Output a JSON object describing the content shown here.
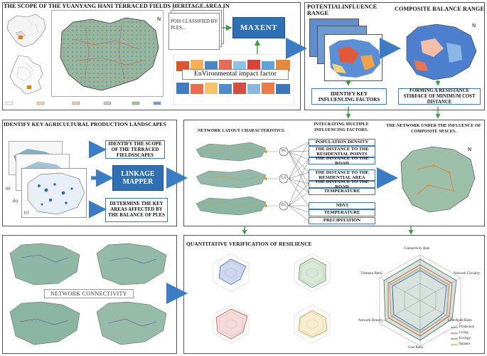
{
  "section1": {
    "title": "THE SCOPE OF THE YUANYANG HANI TERRACED FIELDS HERITAGE AREA IN",
    "pois_label": "POIS CLASSIFIED BY PLES...",
    "maxent_label": "MAXENT",
    "env_factor_label": "EnVironmental impact factor"
  },
  "section2": {
    "potential_title": "POTENTIALINFLUENCE RANGE",
    "composite_title": "COMPOSITE BALANCE RANGE",
    "identify_factors_label": "IDENTIFY KEY INFLUENCING FACTORS",
    "resistance_label": "FORMING A RESISTANCE STIRFACE OF MINIMUM COST DISTANCE"
  },
  "section3": {
    "title": "IDENTIFY KEY AGRICULTURAL PRODUCTION LANDSCAPES",
    "identify_scope_label": "IDENTIFY THE SCOPE OF THE TERRACED FIELDSSCAPES",
    "linkage_label": "LINKAGE MAPPER",
    "determine_label": "DETERMINE THE KEY AREAS AFFECTED BY THE BALANCE OF PLES",
    "subfig_a": "(a)",
    "subfig_b": "(b)",
    "subfig_c": "(c)"
  },
  "section4": {
    "network_layout_title": "NETWORK LAYOUT CHARACTERISTICS.",
    "integrating_title": "INTECRATING MULTIPLE INFLUENCING FACTORS.",
    "network_under_title": "THE NETWORK UNDER THE INFLUENCE OF COMPOSITE SPACES.",
    "node_ps": "PS",
    "node_ls": "LS",
    "node_es": "ES",
    "factors_group1": [
      "POPULATION DENSITY",
      "THE DISTANCE TO THE RESIDENTIAL POINTS",
      "THE DISTANCE TO THE ROAD"
    ],
    "factors_group2": [
      "THE DISTANCE TO THE RESIDENTIAL AREA",
      "THE DISTANCE TO THE ROAD",
      "TEMPERATURE"
    ],
    "factors_group3": [
      "NDVI",
      "TEMPERATURE",
      "PRECIPITATION"
    ]
  },
  "section5": {
    "network_connectivity_label": "NETWORK CONNECTIVITY"
  },
  "section6": {
    "title": "QUANTITATIVE VERIFICATION OF RESILIENCE",
    "radar_axes": [
      "Connectivity Rate",
      "Network Circuitry",
      "Line-Node Ratio",
      "Cost Ratio",
      "Network Density",
      "Distance Ratio"
    ],
    "legend": [
      "Production",
      "Living",
      "Ecology",
      "Balance"
    ]
  },
  "colors": {
    "accent_blue": "#2f6fb3",
    "arrow_blue": "#3a7dc4",
    "arrow_green": "#3aa040",
    "panel_border": "#555555"
  }
}
